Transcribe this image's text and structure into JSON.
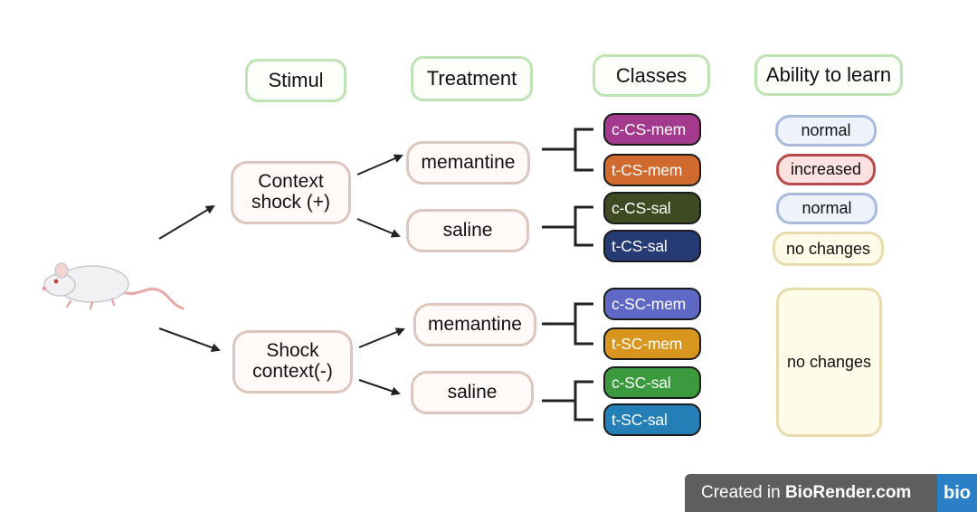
{
  "headers": {
    "stimul": "Stimul",
    "treatment": "Treatment",
    "classes": "Classes",
    "ability": "Ability to learn"
  },
  "stimuli": {
    "context_shock_line1": "Context",
    "context_shock_line2": "shock (+)",
    "shock_context_line1": "Shock",
    "shock_context_line2": "context(-)"
  },
  "treatments": {
    "memantine_top": "memantine",
    "saline_top": "saline",
    "memantine_bottom": "memantine",
    "saline_bottom": "saline"
  },
  "classes": [
    {
      "label": "c-CS-mem",
      "color": "#a33a8e"
    },
    {
      "label": "t-CS-mem",
      "color": "#d06a2e"
    },
    {
      "label": "c-CS-sal",
      "color": "#3d4a22"
    },
    {
      "label": "t-CS-sal",
      "color": "#263a74"
    },
    {
      "label": "c-SC-mem",
      "color": "#6068c6"
    },
    {
      "label": "t-SC-mem",
      "color": "#d8961e"
    },
    {
      "label": "c-SC-sal",
      "color": "#3c9a3e"
    },
    {
      "label": "t-SC-sal",
      "color": "#237fb6"
    }
  ],
  "ability": {
    "a1": "normal",
    "a2": "increased",
    "a3": "normal",
    "a4": "no changes",
    "a5": "no changes"
  },
  "icons": {
    "mouse": "mouse-icon"
  },
  "watermark": {
    "prefix": "Created in",
    "brand": "BioRender.com",
    "logo": "bio"
  }
}
